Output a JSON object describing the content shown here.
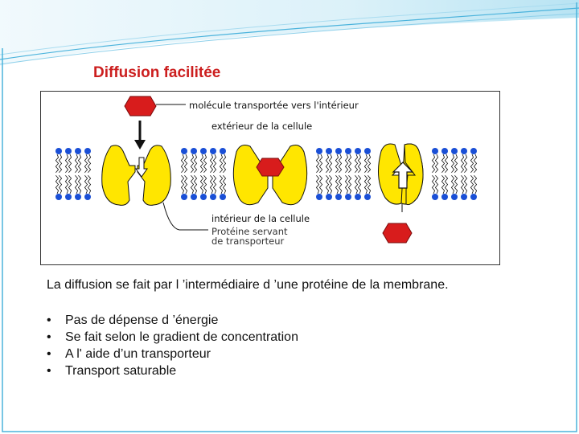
{
  "slide": {
    "title": "Diffusion facilitée",
    "caption": "La diffusion se fait par l ’intermédiaire d ’une protéine de la membrane.",
    "bullets": [
      "Pas de dépense d ’énergie",
      "Se fait selon le gradient de concentration",
      "A l' aide d’un transporteur",
      "Transport saturable"
    ],
    "bullet_symbol": "•"
  },
  "figure": {
    "labels": {
      "molecule": "molécule transportée vers l'intérieur",
      "exterior": "extérieur de la cellule",
      "interior": "intérieur de la cellule",
      "protein_line1": "Protéine servant",
      "protein_line2": "de transporteur"
    },
    "colors": {
      "title": "#cc1f1f",
      "protein": "#ffe600",
      "molecule": "#d81c1c",
      "lipid_head": "#1a4fd6"
    }
  }
}
